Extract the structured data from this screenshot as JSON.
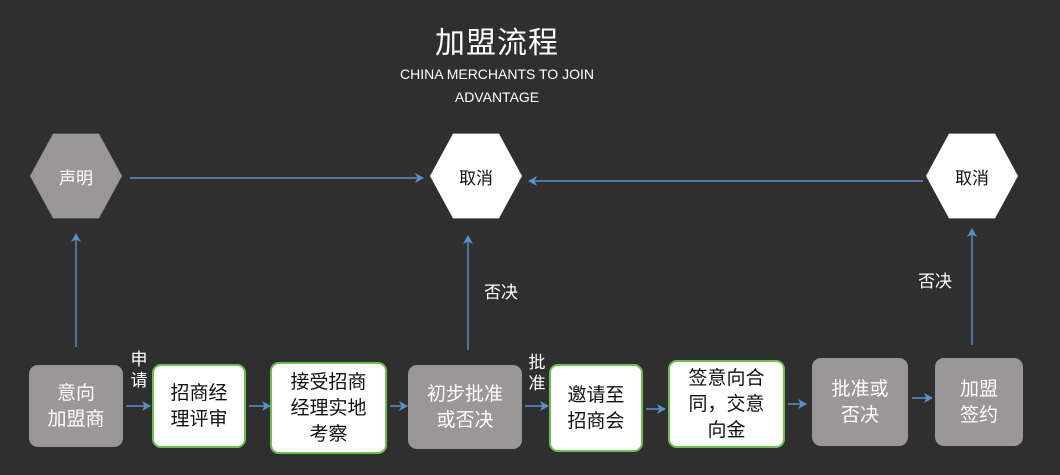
{
  "header": {
    "title": "加盟流程",
    "subtitle_line1": "CHINA MERCHANTS TO JOIN",
    "subtitle_line2": "ADVANTAGE"
  },
  "top_nodes": {
    "declare": "声明",
    "cancel_center": "取消",
    "cancel_right": "取消"
  },
  "process_steps": [
    "意向\n加盟商",
    "招商经\n理评审",
    "接受招商\n经理实地\n考察",
    "初步批准\n或否决",
    "邀请至\n招商会",
    "签意向合\n同，交意\n向金",
    "批准或\n否决",
    "加盟\n签约"
  ],
  "edge_labels": {
    "apply": "申\n请",
    "approve": "批\n准",
    "reject_center": "否决",
    "reject_right": "否决"
  },
  "colors": {
    "background": "#2f2f2f",
    "grey_node": "#9b9697",
    "white_node": "#ffffff",
    "white_node_border": "#6fbf4f",
    "arrow": "#5b8fc7"
  }
}
